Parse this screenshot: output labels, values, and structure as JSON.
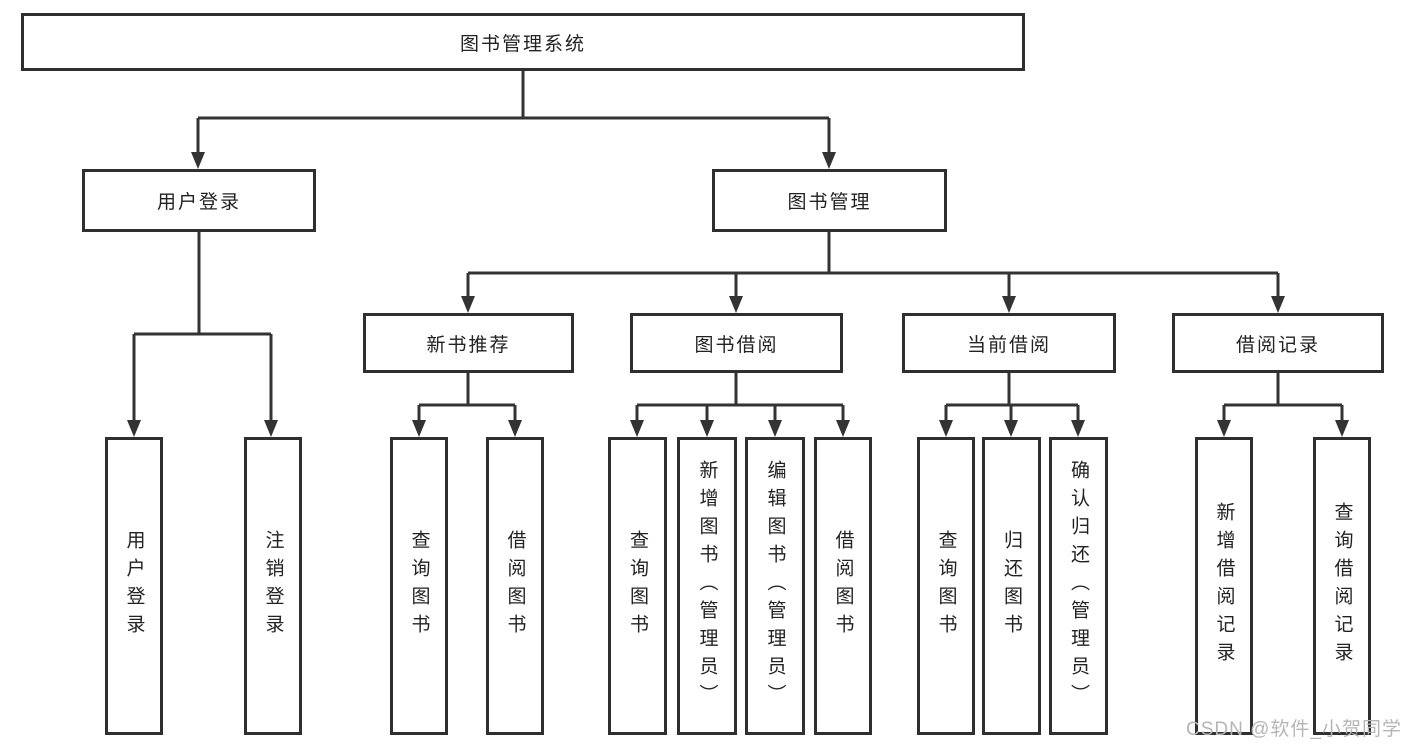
{
  "diagram": {
    "type": "tree",
    "title": "图书管理系统",
    "colors": {
      "background": "#ffffff",
      "box_border": "#2f2f2f",
      "connector_line": "#333333",
      "text": "#222222",
      "watermark_text": "#b5b5b5"
    },
    "tree": {
      "label": "图书管理系统",
      "children": [
        {
          "label": "用户登录",
          "children": [
            {
              "label": "用户登录"
            },
            {
              "label": "注销登录"
            }
          ]
        },
        {
          "label": "图书管理",
          "children": [
            {
              "label": "新书推荐",
              "children": [
                {
                  "label": "查询图书"
                },
                {
                  "label": "借阅图书"
                }
              ]
            },
            {
              "label": "图书借阅",
              "children": [
                {
                  "label": "查询图书"
                },
                {
                  "label": "新增图书（管理员）"
                },
                {
                  "label": "编辑图书（管理员）"
                },
                {
                  "label": "借阅图书"
                }
              ]
            },
            {
              "label": "当前借阅",
              "children": [
                {
                  "label": "查询图书"
                },
                {
                  "label": "归还图书"
                },
                {
                  "label": "确认归还（管理员）"
                }
              ]
            },
            {
              "label": "借阅记录",
              "children": [
                {
                  "label": "新增借阅记录"
                },
                {
                  "label": "查询借阅记录"
                }
              ]
            }
          ]
        }
      ]
    },
    "watermark": {
      "text": "CSDN @软件_小贺同学"
    }
  }
}
